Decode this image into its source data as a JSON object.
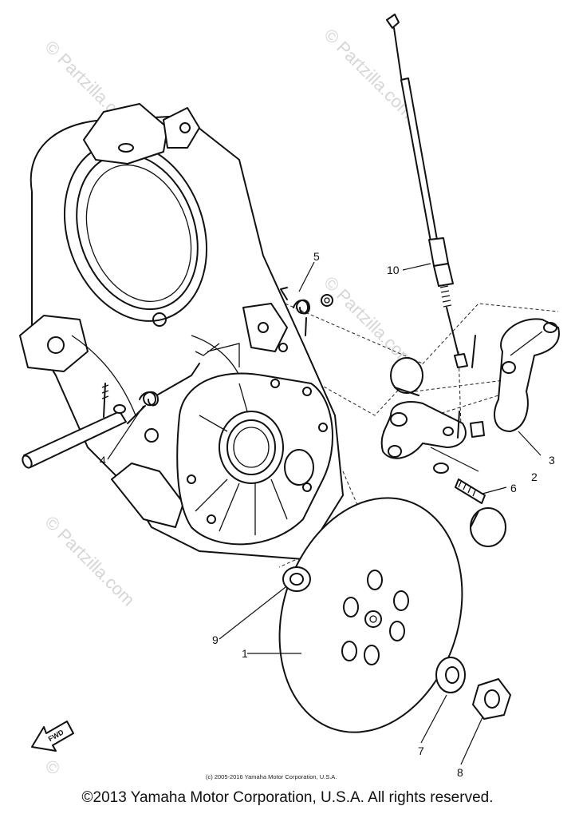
{
  "watermark": {
    "text": "Partzilla.com",
    "symbol": "©"
  },
  "callouts": [
    "1",
    "2",
    "3",
    "4",
    "5",
    "6",
    "7",
    "8",
    "9",
    "10"
  ],
  "fwd_label": "FWD",
  "diagram_copyright": "(c) 2005-2016 Yamaha Motor Corporation, U.S.A.",
  "footer_copyright": "©2013 Yamaha Motor Corporation, U.S.A. All rights reserved."
}
